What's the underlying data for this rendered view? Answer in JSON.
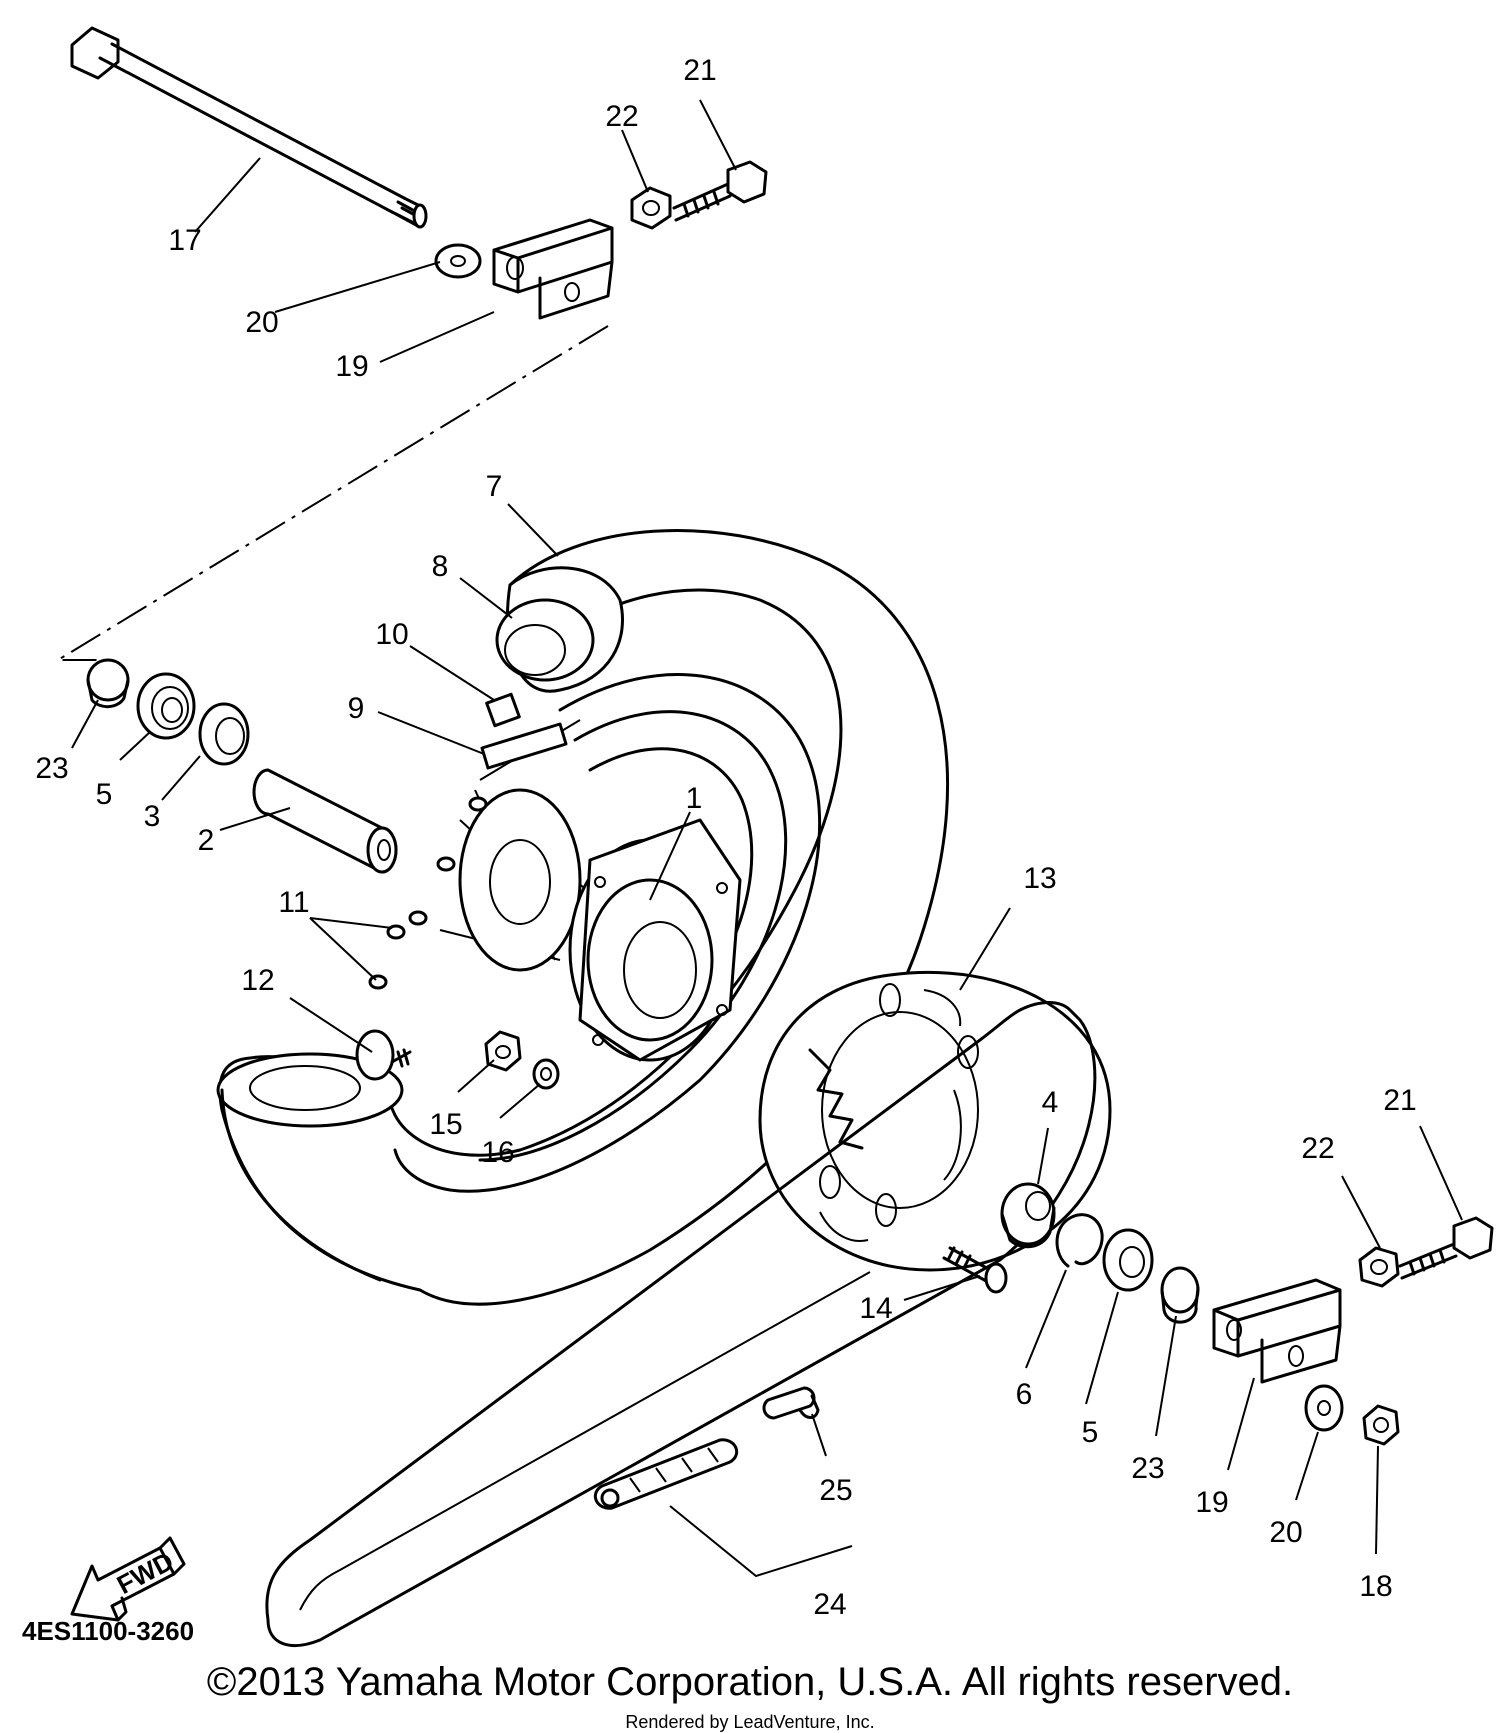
{
  "callouts": {
    "c17": "17",
    "c20a": "20",
    "c19a": "19",
    "c22a": "22",
    "c21a": "21",
    "c7": "7",
    "c8": "8",
    "c10": "10",
    "c9": "9",
    "c23a": "23",
    "c5a": "5",
    "c3": "3",
    "c2": "2",
    "c1": "1",
    "c11": "11",
    "c12": "12",
    "c13": "13",
    "c15": "15",
    "c16": "16",
    "c4": "4",
    "c21b": "21",
    "c22b": "22",
    "c14": "14",
    "c6": "6",
    "c5b": "5",
    "c23b": "23",
    "c19b": "19",
    "c20b": "20",
    "c18": "18",
    "c25": "25",
    "c24": "24"
  },
  "fwd_label": "FWD",
  "diagram_code": "4ES1100-3260",
  "copyright": "©2013 Yamaha Motor Corporation, U.S.A. All rights reserved.",
  "rendered_by": "Rendered by LeadVenture, Inc."
}
